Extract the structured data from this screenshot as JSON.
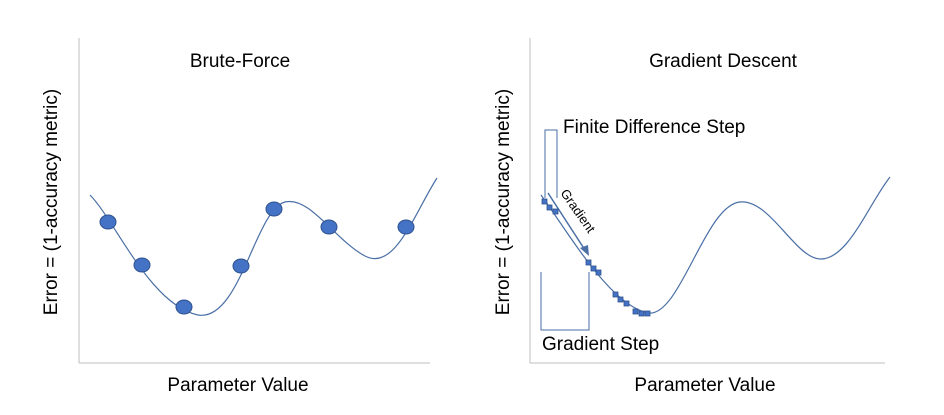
{
  "left": {
    "title": "Brute-Force",
    "ylabel": "Error = (1-accuracy metric)",
    "xlabel": "Parameter Value"
  },
  "right": {
    "title": "Gradient Descent",
    "ylabel": "Error = (1-accuracy metric)",
    "xlabel": "Parameter Value",
    "annotations": {
      "finite_difference": "Finite Difference Step",
      "gradient": "Gradient",
      "gradient_step": "Gradient Step"
    }
  },
  "colors": {
    "curve": "#4a6fa5",
    "marker_fill": "#4472c4",
    "marker_stroke": "#2f528f",
    "axis": "#bfbfbf",
    "bracket": "#4a6fa5"
  }
}
